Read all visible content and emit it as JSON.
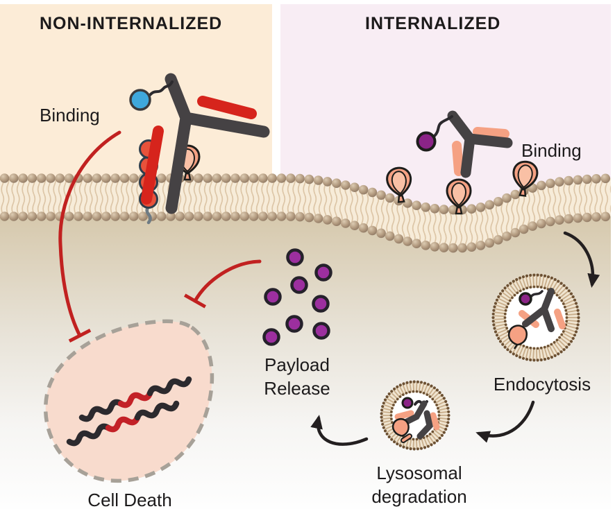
{
  "figure": {
    "panels": {
      "non_internalized": {
        "title": "NON-INTERNALIZED",
        "binding_label": "Binding",
        "bg_color": "#fcecd7"
      },
      "internalized": {
        "title": "INTERNALIZED",
        "binding_label": "Binding",
        "bg_color": "#f8edf4"
      }
    },
    "labels": {
      "endocytosis": "Endocytosis",
      "lysosomal_degradation_line1": "Lysosomal",
      "lysosomal_degradation_line2": "degradation",
      "payload_release_line1": "Payload",
      "payload_release_line2": "Release",
      "cell_death": "Cell Death"
    },
    "payload_release": {
      "dot_count": 8
    },
    "colors": {
      "antibody_heavy_chain": "#454244",
      "antibody_light_chain_non_internalized": "#d6241c",
      "antibody_light_chain_internalized": "#f5a183",
      "payload_non_internalized": "#3fa8dc",
      "payload_internalized": "#8b2487",
      "released_payload": "#9c2f9f",
      "antigen_beads": "#e7523b",
      "receptor": "#f5a183",
      "membrane_head": "#b49c81",
      "membrane_tails_bg": "#f7ecd9",
      "inhibition_arrow": "#c12120",
      "process_arrow": "#231f20",
      "cell_death_fill": "#f8dbcd",
      "cell_death_dash": "#a7a198"
    },
    "icon_names": [
      "adc-antibody-icon",
      "payload-icon",
      "linker-squiggle-icon",
      "antigen-chain-icon",
      "receptor-icon",
      "membrane-bilayer",
      "endosome-vesicle-icon",
      "lysosome-vesicle-icon",
      "inhibition-tbar-icon",
      "curved-arrow-icon",
      "dying-cell-icon",
      "dna-fragment-icon"
    ]
  }
}
